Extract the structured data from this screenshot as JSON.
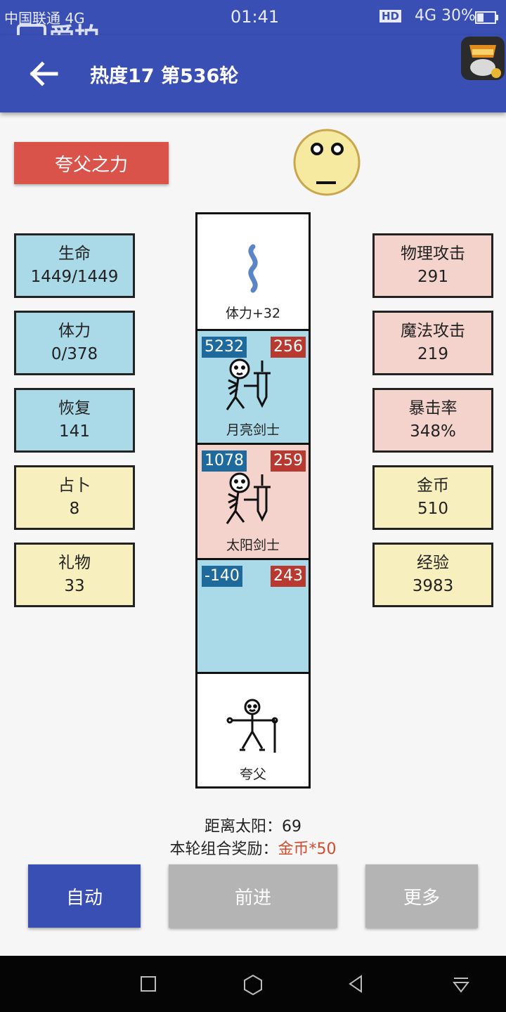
{
  "status_bar": {
    "carrier": "中国联通 4G",
    "time": "01:41",
    "network": "4G",
    "battery": "30%"
  },
  "watermark": "爱拍",
  "app_bar": {
    "title": "热度17 第536轮"
  },
  "power_button": "夸父之力",
  "left_stats": [
    {
      "label": "生命",
      "value": "1449/1449",
      "color": "blue"
    },
    {
      "label": "体力",
      "value": "0/378",
      "color": "blue"
    },
    {
      "label": "恢复",
      "value": "141",
      "color": "blue"
    },
    {
      "label": "占卜",
      "value": "8",
      "color": "yellow"
    },
    {
      "label": "礼物",
      "value": "33",
      "color": "yellow"
    }
  ],
  "right_stats": [
    {
      "label": "物理攻击",
      "value": "291",
      "color": "pink"
    },
    {
      "label": "魔法攻击",
      "value": "219",
      "color": "pink"
    },
    {
      "label": "暴击率",
      "value": "348%",
      "color": "pink"
    },
    {
      "label": "金币",
      "value": "510",
      "color": "yellow"
    },
    {
      "label": "经验",
      "value": "3983",
      "color": "yellow"
    }
  ],
  "tower": {
    "item": {
      "label": "体力+32"
    },
    "enemy1": {
      "hp": "5232",
      "atk": "256",
      "name": "月亮剑士"
    },
    "enemy2": {
      "hp": "1078",
      "atk": "259",
      "name": "太阳剑士"
    },
    "empty": {
      "hp": "-140",
      "atk": "243"
    },
    "player": {
      "name": "夸父"
    }
  },
  "info": {
    "distance_label": "距离太阳：",
    "distance_value": "69",
    "reward_label": "本轮组合奖励：",
    "reward_value": "金币*50"
  },
  "buttons": {
    "auto": "自动",
    "forward": "前进",
    "more": "更多"
  },
  "colors": {
    "primary": "#3a4fb4",
    "danger": "#d9534a",
    "stat_blue": "#aad9e8",
    "stat_pink": "#f4d3cd",
    "stat_yellow": "#f8efbe",
    "badge_hp": "#1e6a9c",
    "badge_atk": "#b8392f"
  }
}
